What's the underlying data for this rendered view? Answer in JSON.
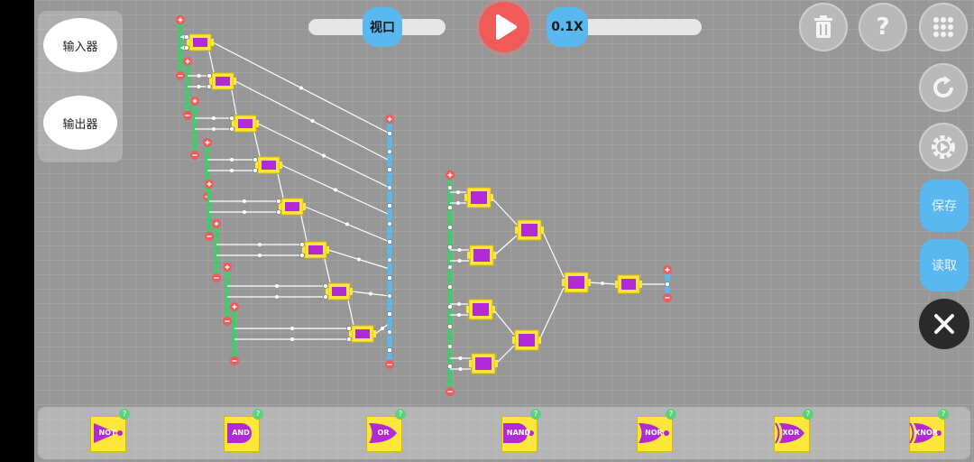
{
  "left_panel": {
    "input_label": "输入器",
    "output_label": "输出器"
  },
  "top_bar": {
    "viewport_label": "视口",
    "speed_label": "0.1X"
  },
  "right_toolbar": {
    "save_label": "保存",
    "load_label": "读取",
    "help_glyph": "?"
  },
  "palette": {
    "gates": [
      {
        "label": "NOT"
      },
      {
        "label": "AND"
      },
      {
        "label": "OR"
      },
      {
        "label": "NAND"
      },
      {
        "label": "NOR"
      },
      {
        "label": "XOR"
      },
      {
        "label": "XNOR"
      }
    ],
    "help_glyph": "?"
  },
  "colors": {
    "canvas": "#979797",
    "gate_fill": "#ffe63a",
    "gate_core": "#b12ad6",
    "wire": "#ffffff",
    "input_bus": "#44c96e",
    "output_bus": "#5ab8f0",
    "terminal_red": "#f25a5a",
    "accent_blue": "#5ab8f0"
  }
}
